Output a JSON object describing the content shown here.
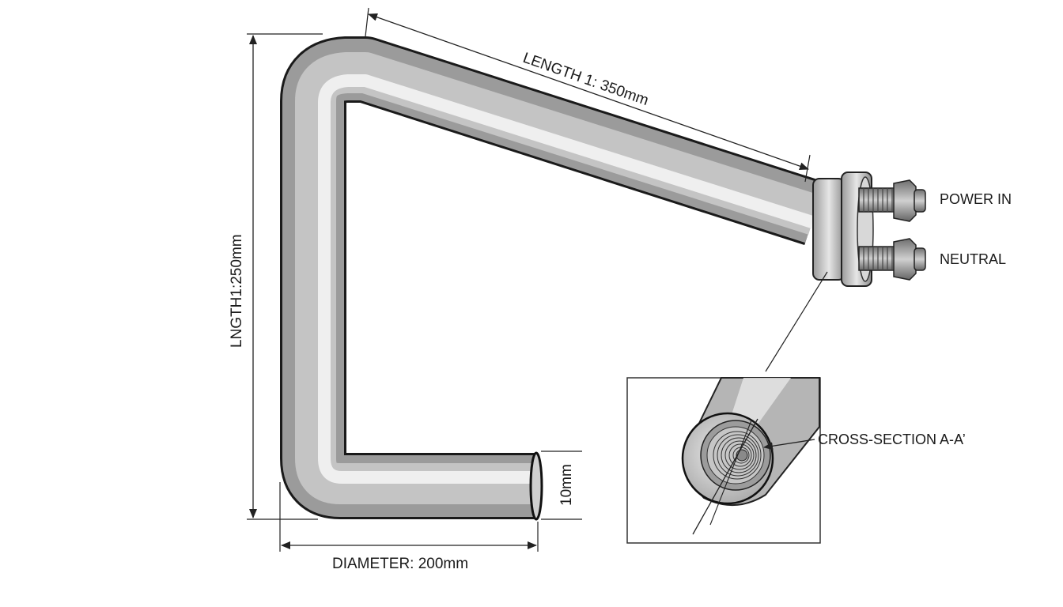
{
  "dimensions": {
    "length_top": "LENGTH 1: 350mm",
    "length_vertical": "LNGTH1:250mm",
    "diameter": "DIAMETER:  200mm",
    "tube_diameter": "10mm"
  },
  "terminals": {
    "power_in": "POWER IN",
    "neutral": "NEUTRAL"
  },
  "detail": {
    "cross_section": "CROSS-SECTION A-A’"
  },
  "colors": {
    "tube_dark": "#8c8c8c",
    "tube_light": "#f2f2f2",
    "outline": "#111111",
    "dimension_line": "#222222"
  }
}
